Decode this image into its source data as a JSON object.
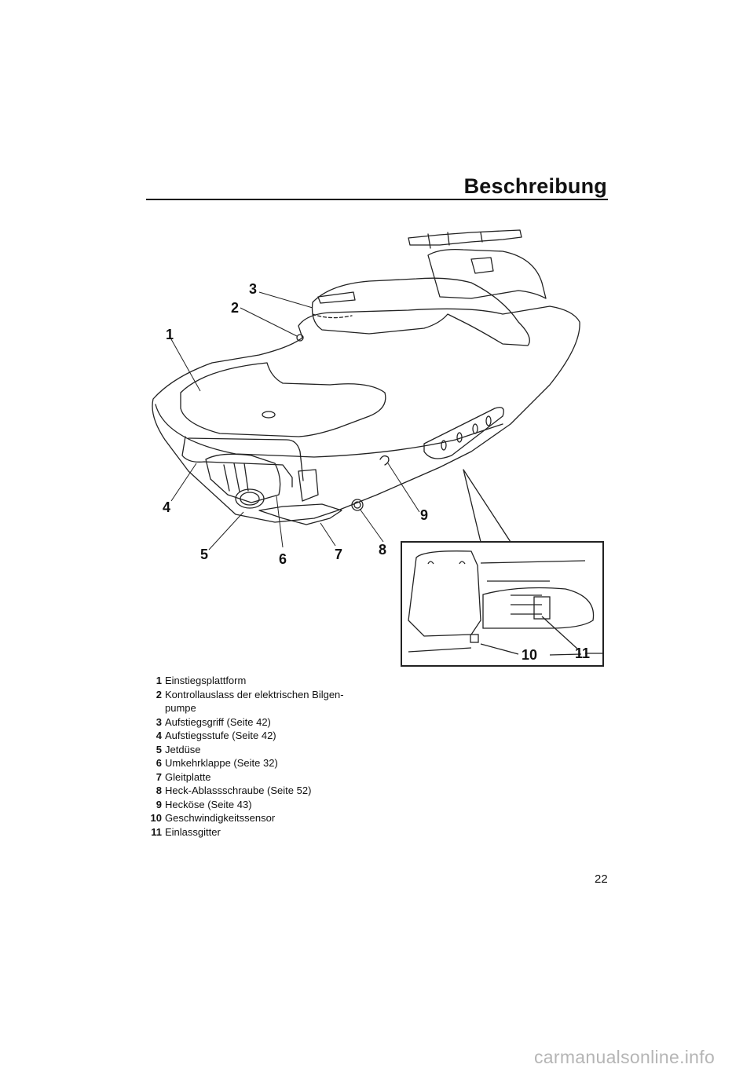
{
  "header": {
    "title": "Beschreibung"
  },
  "figure": {
    "callouts": [
      "1",
      "2",
      "3",
      "4",
      "5",
      "6",
      "7",
      "8",
      "9",
      "10",
      "11"
    ]
  },
  "legend": [
    {
      "num": "1",
      "text": "Einstiegsplattform"
    },
    {
      "num": "2",
      "text": "Kontrollauslass der elektrischen Bilgen-pumpe"
    },
    {
      "num": "3",
      "text": "Aufstiegsgriff (Seite 42)"
    },
    {
      "num": "4",
      "text": "Aufstiegsstufe (Seite 42)"
    },
    {
      "num": "5",
      "text": "Jetdüse"
    },
    {
      "num": "6",
      "text": "Umkehrklappe (Seite 32)"
    },
    {
      "num": "7",
      "text": "Gleitplatte"
    },
    {
      "num": "8",
      "text": "Heck-Ablassschraube (Seite 52)"
    },
    {
      "num": "9",
      "text": "Hecköse (Seite 43)"
    },
    {
      "num": "10",
      "text": "Geschwindigkeitssensor"
    },
    {
      "num": "11",
      "text": "Einlassgitter"
    }
  ],
  "legend_wrap": {
    "line1": "Kontrollauslass der elektrischen Bilgen-",
    "line2": "pumpe"
  },
  "page_number": "22",
  "watermark": "carmanualsonline.info"
}
